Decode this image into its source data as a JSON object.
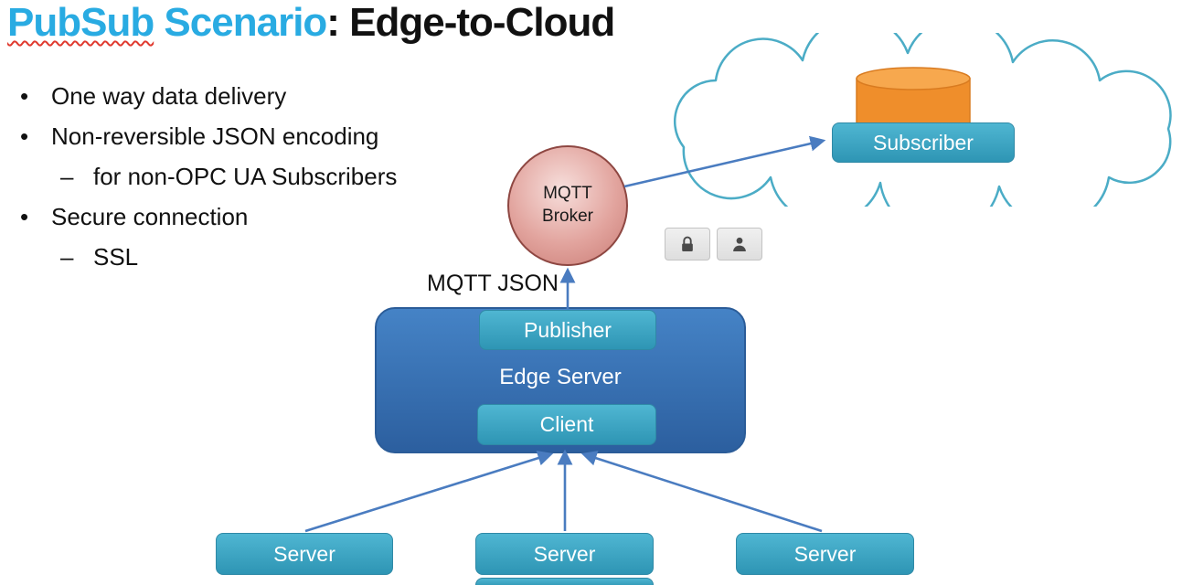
{
  "slide": {
    "title": {
      "part_misspelled": "PubSub",
      "part_highlight": " Scenario",
      "part_rest": ": Edge-to-Cloud"
    },
    "bullets": [
      {
        "marker": "•",
        "level": 1,
        "text": "One way data delivery"
      },
      {
        "marker": "•",
        "level": 1,
        "text": "Non-reversible JSON encoding"
      },
      {
        "marker": "–",
        "level": 2,
        "text": "for non-OPC UA Subscribers"
      },
      {
        "marker": "•",
        "level": 1,
        "text": "Secure connection"
      },
      {
        "marker": "–",
        "level": 2,
        "text": "SSL"
      }
    ]
  },
  "diagram": {
    "cloud": {
      "subscriber_label": "Subscriber"
    },
    "broker_label": "MQTT Broker",
    "flow_label": "MQTT JSON",
    "edge_server": {
      "label": "Edge Server",
      "publisher_label": "Publisher",
      "client_label": "Client"
    },
    "servers": [
      "Server",
      "Server",
      "Server"
    ],
    "security_icons": [
      "lock-icon",
      "user-icon"
    ]
  },
  "colors": {
    "title_highlight": "#29ABE2",
    "spellcheck_underline": "#E03A2F",
    "teal_box": "#3BA6C4",
    "edge_box": "#3470B4",
    "broker_fill": "#D98C87",
    "broker_border": "#8E4742",
    "cloud_stroke": "#4BACC6",
    "arrow": "#4A7CC0",
    "cylinder_body": "#EF8E2B",
    "cylinder_top": "#F7A84E"
  }
}
